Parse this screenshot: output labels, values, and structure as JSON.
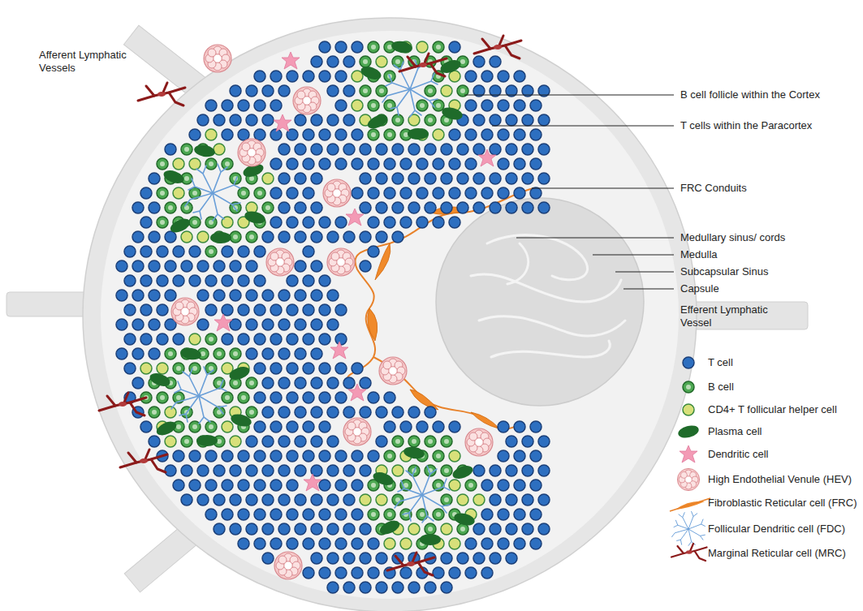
{
  "diagram": {
    "labels": [
      "Afferent Lymphatic Vessels",
      "B cell follicle within the Cortex",
      "T cells within the Paracortex",
      "FRC Conduits",
      "Medullary sinus/ cords",
      "Medulla",
      "Subcapsular Sinus",
      "Capsule",
      "Efferent Lymphatic Vessel"
    ],
    "legend": [
      {
        "text": "T cell"
      },
      {
        "text": "B cell"
      },
      {
        "text": "CD4+ T follicular helper cell"
      },
      {
        "text": "Plasma cell"
      },
      {
        "text": "Dendritic cell"
      },
      {
        "text": "High Endothelial Venule (HEV)"
      },
      {
        "text": "Fibroblastic Reticular cell (FRC)"
      },
      {
        "text": "Follicular Dendritic cell (FDC)"
      },
      {
        "text": "Marginal Reticular cell (MRC)"
      }
    ]
  }
}
